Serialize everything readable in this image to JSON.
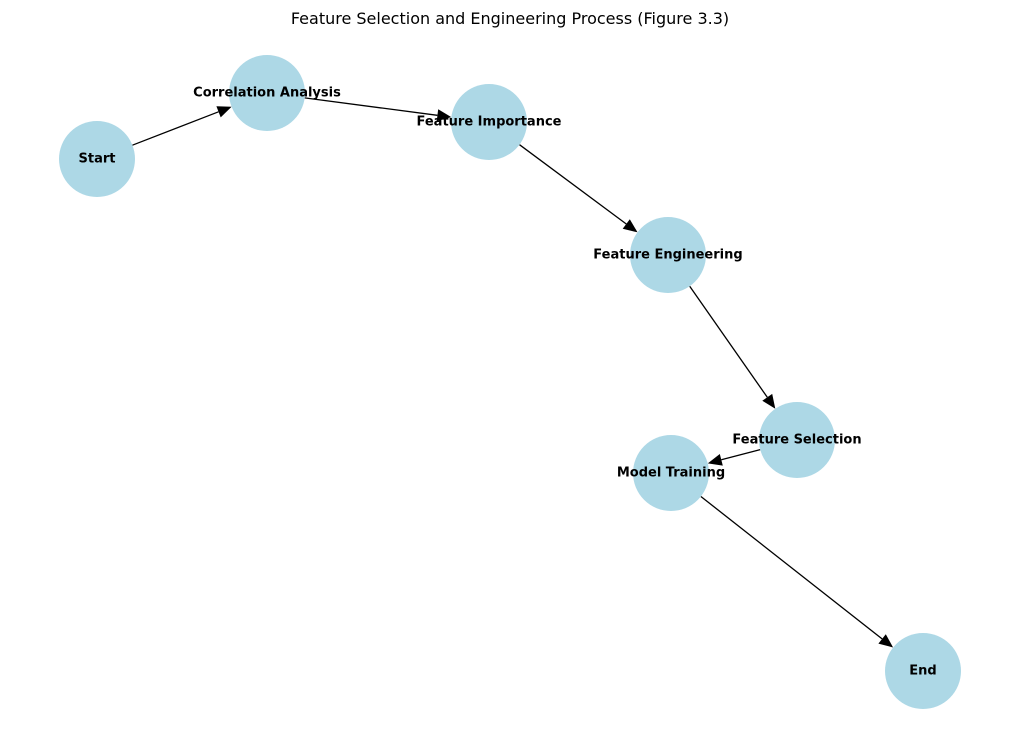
{
  "title": "Feature Selection and Engineering Process (Figure 3.3)",
  "colors": {
    "node_fill": "#add8e6",
    "edge": "#000000",
    "text": "#000000",
    "background": "#ffffff"
  },
  "nodes": [
    {
      "id": "start",
      "label": "Start"
    },
    {
      "id": "correlation",
      "label": "Correlation Analysis"
    },
    {
      "id": "importance",
      "label": "Feature Importance"
    },
    {
      "id": "engineering",
      "label": "Feature Engineering"
    },
    {
      "id": "selection",
      "label": "Feature Selection"
    },
    {
      "id": "training",
      "label": "Model Training"
    },
    {
      "id": "end",
      "label": "End"
    }
  ],
  "edges": [
    {
      "from": "start",
      "to": "correlation"
    },
    {
      "from": "correlation",
      "to": "importance"
    },
    {
      "from": "importance",
      "to": "engineering"
    },
    {
      "from": "engineering",
      "to": "selection"
    },
    {
      "from": "selection",
      "to": "training"
    },
    {
      "from": "training",
      "to": "end"
    }
  ]
}
